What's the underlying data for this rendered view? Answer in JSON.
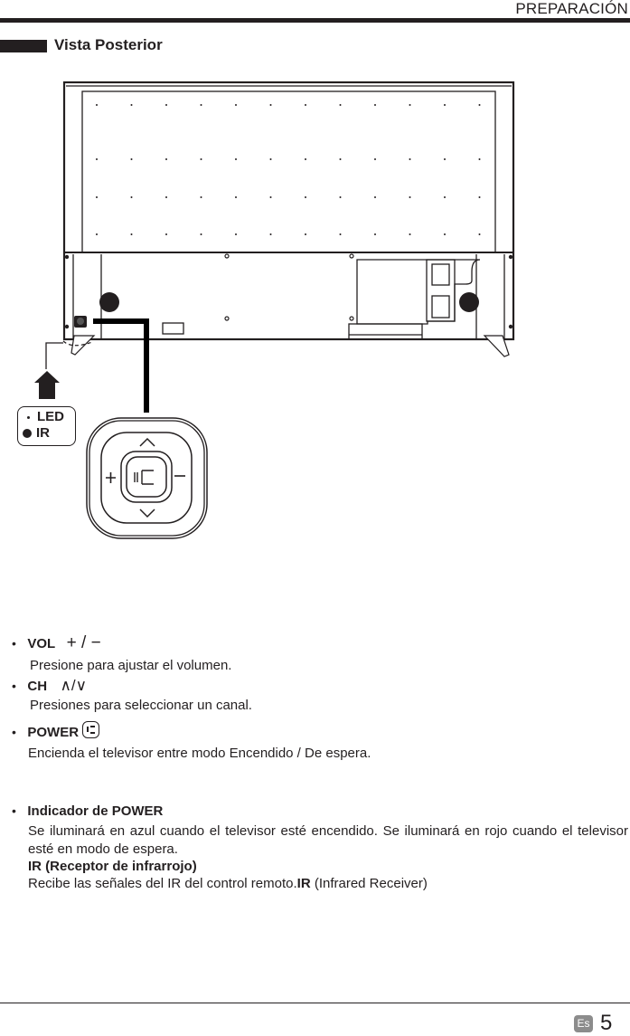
{
  "header": {
    "section": "PREPARACIÓN"
  },
  "section": {
    "title": "Vista Posterior"
  },
  "diagram": {
    "legend": {
      "led_label": "LED",
      "ir_label": "IR"
    },
    "control_pad": {
      "plus": "+",
      "minus": "−"
    }
  },
  "controls": [
    {
      "label": "VOL",
      "symbol": "+ / −",
      "description": "Presione para ajustar el volumen."
    },
    {
      "label": "CH",
      "symbol": "∧/∨",
      "description": "Presiones para seleccionar un canal."
    },
    {
      "label": "POWER",
      "symbol": "power-button-icon",
      "description": "Encienda el televisor entre modo Encendido / De espera."
    }
  ],
  "indicator": {
    "title": "Indicador de POWER",
    "text": "Se iluminará en azul cuando el televisor esté encendido. Se iluminará en rojo cuando el televisor esté en modo de espera.",
    "ir_title": "IR (Receptor de infrarrojo)",
    "ir_text": "Recibe las señales del IR del control remoto.",
    "ir_abbr": "IR",
    "ir_english": "(Infrared Receiver)"
  },
  "footer": {
    "lang": "Es",
    "page": "5"
  }
}
